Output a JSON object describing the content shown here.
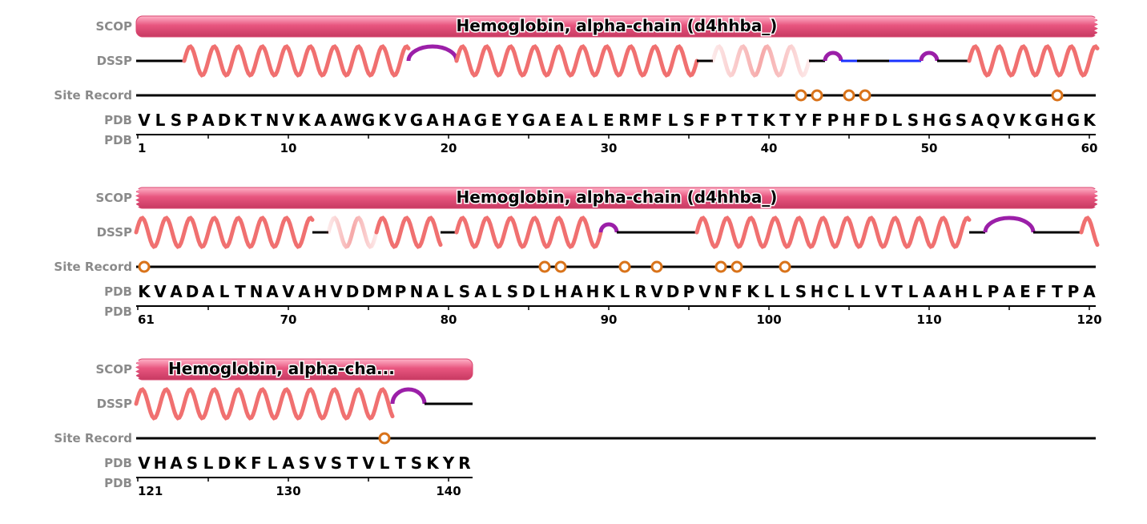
{
  "track_labels": {
    "scop": "SCOP",
    "dssp": "DSSP",
    "site": "Site Record",
    "pdb": "PDB",
    "ruler": "PDB"
  },
  "colors": {
    "scop": "#e8557f",
    "helix": "#f07070",
    "turn": "#9b1fa8",
    "bend": "#1a33ff",
    "coil": "#000000",
    "site": "#d9731a"
  },
  "blocks": [
    {
      "start": 1,
      "sequence": "VLSPADKTNVKAAWGKVGAHAGEYGAEALERMFLSFPTTKTYFPHFDLSHGSAQVKGHGK",
      "ruler_labels": [
        "1",
        "10",
        "20",
        "30",
        "40",
        "50",
        "60"
      ],
      "scop_label": "Hemoglobin, alpha-chain (d4hhba_)",
      "scop_range": [
        1,
        60
      ],
      "dssp": [
        {
          "type": "coil",
          "from": 1,
          "to": 3
        },
        {
          "type": "helix",
          "from": 4,
          "to": 17
        },
        {
          "type": "turn",
          "from": 18,
          "to": 20
        },
        {
          "type": "helix",
          "from": 21,
          "to": 35
        },
        {
          "type": "coil",
          "from": 36,
          "to": 36
        },
        {
          "type": "helix-faded",
          "from": 37,
          "to": 42
        },
        {
          "type": "coil",
          "from": 43,
          "to": 43
        },
        {
          "type": "turn",
          "from": 44,
          "to": 44
        },
        {
          "type": "bend",
          "from": 45,
          "to": 45
        },
        {
          "type": "coil",
          "from": 46,
          "to": 47
        },
        {
          "type": "bend",
          "from": 48,
          "to": 49
        },
        {
          "type": "turn",
          "from": 50,
          "to": 50
        },
        {
          "type": "coil",
          "from": 51,
          "to": 52
        },
        {
          "type": "helix",
          "from": 53,
          "to": 60
        }
      ],
      "sites": [
        42,
        43,
        45,
        46,
        58
      ]
    },
    {
      "start": 61,
      "sequence": "KVADALTNAVAHVDDMPNALSALSDLHAHKLRVDPVNFKLLSHCLLVTLAAHLPAEFTPA",
      "ruler_labels": [
        "61",
        "70",
        "80",
        "90",
        "100",
        "110",
        "120"
      ],
      "scop_label": "Hemoglobin, alpha-chain (d4hhba_)",
      "scop_range": [
        61,
        120
      ],
      "dssp": [
        {
          "type": "helix",
          "from": 61,
          "to": 71
        },
        {
          "type": "coil",
          "from": 72,
          "to": 72
        },
        {
          "type": "helix-faded",
          "from": 73,
          "to": 75
        },
        {
          "type": "helix",
          "from": 76,
          "to": 79
        },
        {
          "type": "coil",
          "from": 80,
          "to": 80
        },
        {
          "type": "helix",
          "from": 81,
          "to": 89
        },
        {
          "type": "turn",
          "from": 90,
          "to": 90
        },
        {
          "type": "coil",
          "from": 91,
          "to": 95
        },
        {
          "type": "helix",
          "from": 96,
          "to": 112
        },
        {
          "type": "coil",
          "from": 113,
          "to": 113
        },
        {
          "type": "turn",
          "from": 114,
          "to": 116
        },
        {
          "type": "coil",
          "from": 117,
          "to": 119
        },
        {
          "type": "helix",
          "from": 120,
          "to": 120
        }
      ],
      "sites": [
        61,
        86,
        87,
        91,
        93,
        97,
        98,
        101
      ]
    },
    {
      "start": 121,
      "sequence": "VHASLDKFLASVSTVLTSKYR",
      "ruler_labels": [
        "121",
        "130",
        "140"
      ],
      "scop_label": "Hemoglobin, alpha-cha...",
      "scop_range": [
        121,
        141
      ],
      "dssp": [
        {
          "type": "helix",
          "from": 121,
          "to": 136
        },
        {
          "type": "turn",
          "from": 137,
          "to": 138
        },
        {
          "type": "coil",
          "from": 139,
          "to": 141
        }
      ],
      "sites": [
        136
      ]
    }
  ]
}
